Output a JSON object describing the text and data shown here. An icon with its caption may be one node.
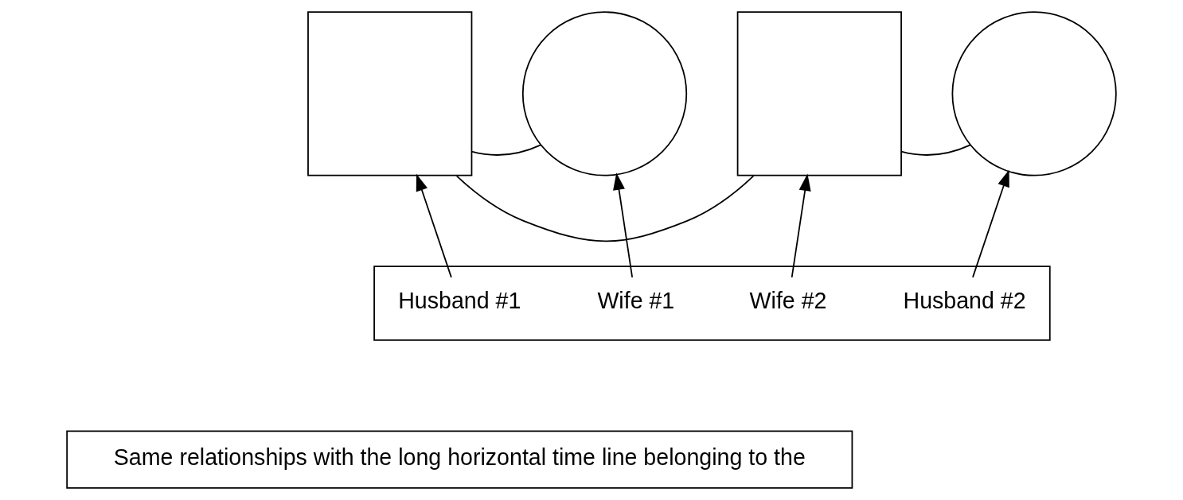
{
  "diagram": {
    "nodes": [
      {
        "text": [],
        "shape": "box"
      },
      {
        "text": [],
        "shape": "circle"
      },
      {
        "text": [],
        "shape": "box"
      },
      {
        "text": [],
        "shape": "circle"
      },
      {
        "text": [],
        "shape": "box"
      },
      {
        "text": [
          "Husband #1"
        ],
        "in": 4
      },
      {
        "text": [
          "Wife #1"
        ],
        "in": 4
      },
      {
        "text": [
          "Wife #2"
        ],
        "in": 4
      },
      {
        "text": [
          "Husband #2"
        ],
        "in": 4
      },
      {
        "text": [
          "Same relationships with the long horizontal time line belonging to the"
        ]
      }
    ],
    "edges": [
      {
        "from": 0,
        "to": 1,
        "arrow": "none"
      },
      {
        "from": 0,
        "to": 2,
        "arrow": "none"
      },
      {
        "from": 2,
        "to": 3,
        "arrow": "none"
      },
      {
        "from": 5,
        "to": 0,
        "arrow": "to"
      },
      {
        "from": 6,
        "to": 1,
        "arrow": "to"
      },
      {
        "from": 7,
        "to": 2,
        "arrow": "to"
      },
      {
        "from": 8,
        "to": 3,
        "arrow": "to"
      }
    ]
  }
}
